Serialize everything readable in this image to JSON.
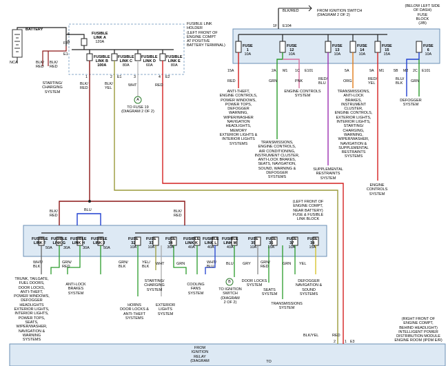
{
  "colors": {
    "panel": "#dde9f4",
    "panel_border": "#6a8fb5",
    "dash": "#8aa8c8",
    "wire_red": "#d42020",
    "wire_darkred": "#8b1515",
    "wire_green": "#2a9a2a",
    "wire_olive": "#9a9a3a",
    "wire_blue": "#1f3fd0",
    "wire_purple": "#9b2fb0",
    "wire_orange": "#e07a18",
    "wire_black": "#222222",
    "wire_gray": "#888888",
    "wire_pink": "#d870a0"
  },
  "battery": {
    "label": "BATTERY",
    "nca": "NCA",
    "pin6": "6",
    "pin5": "5",
    "f37": "F37",
    "e1": "E1",
    "wire1": "BLK/\nRED",
    "wire2": "BLK/\nRED",
    "starting": "STARTING/\nCHARGING\nSYSTEM"
  },
  "fusible_holder": {
    "title": "FUSIBLE LINK\nHOLDER\n(LEFT FRONT OF\nENGINE COMPT\nAT POSITIVE\nBATTERY TERMINAL)",
    "link_a": {
      "name": "FUSIBLE\nLINK A",
      "amps": "120A"
    },
    "link_b": {
      "name": "FUSIBLE\nLINK B",
      "amps": "100A"
    },
    "link_c": {
      "name": "FUSIBLE\nLINK C",
      "amps": "80A"
    },
    "link_d": {
      "name": "FUSIBLE\nLINK D",
      "amps": "60A"
    },
    "link_e": {
      "name": "FUSIBLE\nLINK E",
      "amps": "80A"
    },
    "pin1": "1",
    "pin2": "2",
    "pin3": "3",
    "pin4": "4",
    "e1": "E1",
    "e2": "E2",
    "wire_b": "BLK/\nRED",
    "wire_c": "BLK/\nYEL",
    "wire_d": "WHT",
    "wire_e": "RED",
    "connector_a": "A",
    "to_fuse19": "TO FUSE 19\n(DIAGRAM 2 OF 2)"
  },
  "jb": {
    "from_ign": "FROM IGNITION SWITCH\n(DIAGRAM 2 OF 2)",
    "wire_in": "BLK/RED",
    "pin_1f": "1F",
    "e104": "E104",
    "title": "(BELOW LEFT SIDE\nOF DASH)\nFUSE\nBLOCK\n(J/B)",
    "fuses": [
      {
        "name": "FUSE\n1",
        "amps": "10A"
      },
      {
        "name": "FUSE\n12",
        "amps": "10A"
      },
      {
        "name": "FUSE\n13",
        "amps": "10A"
      },
      {
        "name": "FUSE\n14",
        "amps": "10A"
      },
      {
        "name": "FUSE\n15",
        "amps": "15A"
      },
      {
        "name": "FUSE\n6",
        "amps": "10A"
      }
    ],
    "pins": {
      "p15a": "15A",
      "p2a": "2A",
      "m1a": "M1",
      "p1c": "1C",
      "e101a": "E101",
      "p5a": "5A",
      "p9a": "9A",
      "m1b": "M1",
      "p5b": "5B",
      "m2": "M2",
      "p2c": "2C",
      "e101b": "E101"
    },
    "wires": {
      "red": "RED",
      "grn": "GRN",
      "pnk": "PNK",
      "red_blu": "RED/\nBLU",
      "org": "ORG",
      "red_yel": "RED/\nYEL",
      "blu_blk": "BLU/\nBLK",
      "grn2": "GRN"
    },
    "dest1": "ANTI-THEFT,\nENGINE CONTROLS,\nPOWER WINDOWS,\nPOWER TOPS,\nDEFOGGER\nWARNING,\nWIPER/WASHER\nNAVIGATION\nHEADLIGHTS,\nMEMORY\nEXTERIOR LIGHTS &\nINTERIOR LIGHTS\nSYSTEMS",
    "dest2": "TRANSMISSIONS,\nENGINE CONTROLS,\nAIR CONDITIONING,\nINSTRUMENT CLUSTER,\nANTI-LOCK BRAKES,\nSEATS, NAVIGATION,\nSOUND, WARNING &\nDEFOGGER\nSYSTEMS",
    "dest3": "ENGINE CONTROLS\nSYSTEM",
    "dest4": "SUPPLEMENTAL\nRESTRAINTS\nSYSTEM",
    "dest5": "TRANSMISSIONS,\nANTI-LOCK\nBRAKES,\nINSTRUMENT\nCLUSTER,\nENGINE CONTROLS,\nEXTERIOR LIGHTS,\nINTERIOR LIGHTS,\nSTARTING/\nCHARGING,\nWARNING,\nWIPER/WASHER,\nNAVIGATION &\nSUPPLEMENTAL\nRESTRAINTS\nSYSTEMS",
    "dest6": "ENGINE\nCONTROLS\nSYSTEM",
    "dest7": "DEFOGGER\nSYSTEM"
  },
  "mid": {
    "title": "(LEFT FRONT OF\nENGINE COMPT,\nNEAR BATTERY)\nFUSE & FUSIBLE\nLINK BLOCK",
    "wire_left": "BLK/\nRED",
    "wire_right": "BLK/\nRED",
    "wire_blu": "BLU",
    "items": [
      {
        "name": "FUSIBLE\nLINK F",
        "amps": "50A"
      },
      {
        "name": "FUSIBLE\nLINK G",
        "amps": "30A"
      },
      {
        "name": "FUSIBLE\nLINK H",
        "amps": "30A"
      },
      {
        "name": "FUSIBLE\nLINK J",
        "amps": "50A"
      },
      {
        "name": "FUSE\n32",
        "amps": "10A"
      },
      {
        "name": "FUSE\n33",
        "amps": "10A"
      },
      {
        "name": "FUSE\n34",
        "amps": "30A"
      },
      {
        "name": "FUSIBLE\nLINK K",
        "amps": "40A"
      },
      {
        "name": "FUSIBLE\nLINK L",
        "amps": "40A"
      },
      {
        "name": "FUSIBLE\nLINK M",
        "amps": "40A"
      },
      {
        "name": "FUSE\n35",
        "amps": "10A"
      },
      {
        "name": "FUSE\n36",
        "amps": "15A"
      },
      {
        "name": "FUSE\n37",
        "amps": "10A"
      },
      {
        "name": "FUSE\n38",
        "amps": "15A"
      }
    ],
    "wires": {
      "wht_blk": "WHT/\nBLK",
      "grn_red": "GRN/\nRED",
      "grn_blk": "GRN/\nBLK",
      "yel_blk": "YEL/\nBLK",
      "wht": "WHT",
      "grn": "GRN",
      "wht_blu": "WHT/\nBLU",
      "blu": "BLU",
      "gry": "GRY",
      "grn_red2": "GRN/\nRED",
      "grn2": "GRN",
      "yel": "YEL"
    },
    "connector_b": "B",
    "dest_trunk": "TRUNK, TAILGATE,\nFUEL DOORS,\nDOOR LOCKS,\nANTI-THEFT,\nPOWER WINDOWS,\nDEFOGGER\nHEADLIGHTS\nEXTERIOR LIGHTS,\nINTERIOR LIGHTS,\nPOWER TOPS,\nSEATS,\nWIPER/WASHER,\nNAVIGATION &\nWARNING\nSYSTEMS",
    "dest_abs": "ANTI-LOCK\nBRAKES\nSYSTEM",
    "dest_horns": "HORNS\nDOOR LOCKS &\nANTI-THEFT\nSYSTEMS",
    "dest_starting": "STARTING/\nCHARGING\nSYSTEM",
    "dest_ext": "EXTERIOR\nLIGHTS\nSYSTEM",
    "dest_cooling": "COOLING\nFANS\nSYSTEM",
    "dest_ign": "TO IGNITION\nSWITCH\n(DIAGRAM\n2 OF 2)",
    "dest_doorlocks": "DOOR LOCKS\nSYSTEM",
    "dest_seats": "SEATS\nSYSTEM",
    "dest_trans": "TRANSMISSIONS\nSYSTEM",
    "dest_defog": "DEFOGGER\nNAVIGATION &\nSOUND\nSYSTEMS"
  },
  "bottom": {
    "title": "(RIGHT FRONT OF\nENGINE COMPT,\nBEHIND HEADLIGHT)\nINTELLIGENT POWER\nDISTRIBUTION MODULE\nENGINE ROOM (IPDM E/R)",
    "wire_blk_yel": "BLK/YEL",
    "wire_red": "RED",
    "pin2": "2",
    "pin1": "1",
    "e3": "E3",
    "from_relay": "FROM\nIGNITION\nRELAY\n(DIAGRAM",
    "to": "TO"
  }
}
